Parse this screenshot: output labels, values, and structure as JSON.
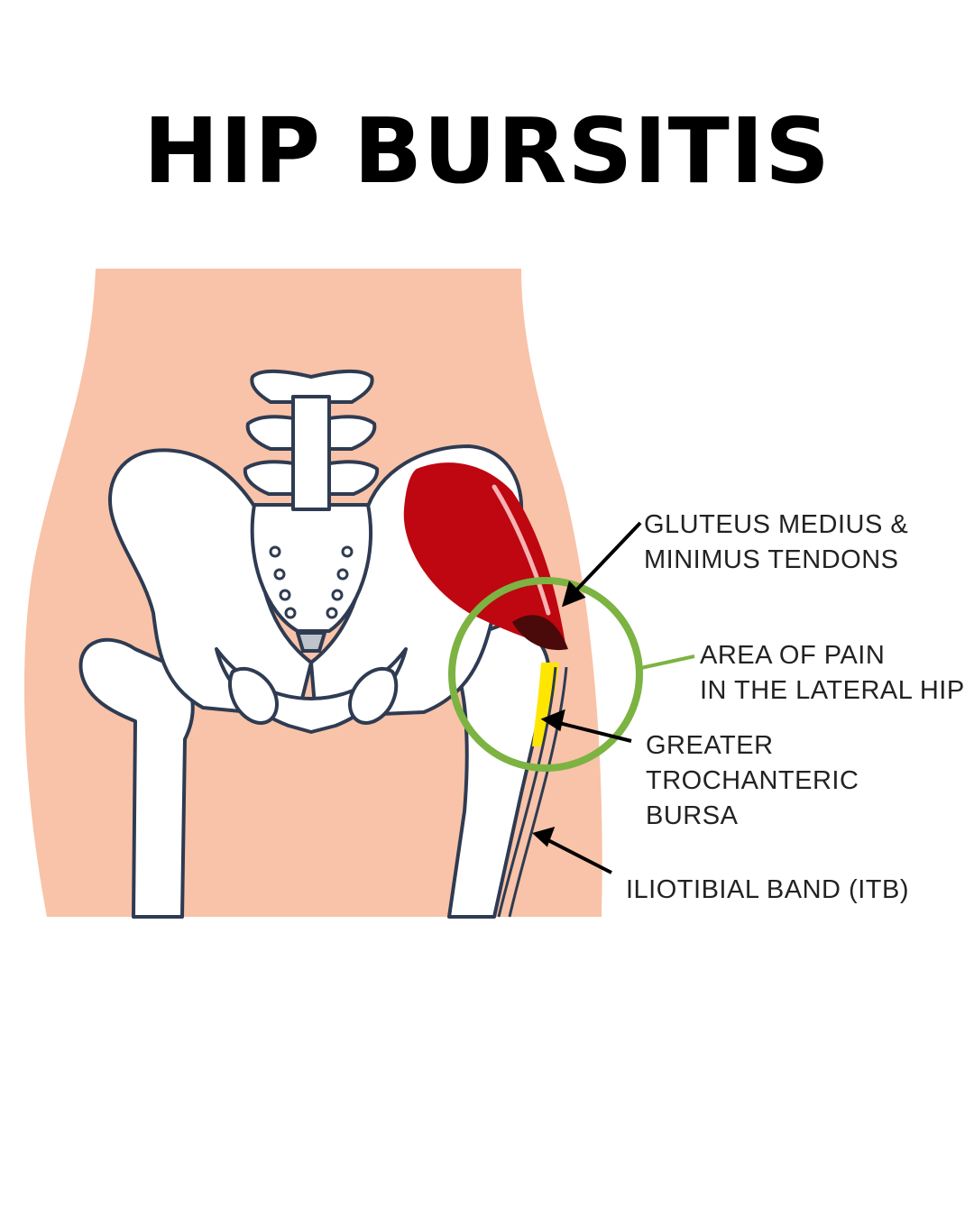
{
  "title": "HIP BURSITIS",
  "labels": {
    "gluteus": {
      "line1": "GLUTEUS MEDIUS &",
      "line2": "MINIMUS TENDONS"
    },
    "pain_area": {
      "line1": "AREA OF PAIN",
      "line2": "IN THE LATERAL HIP"
    },
    "bursa": {
      "line1": "GREATER",
      "line2": "TROCHANTERIC",
      "line3": "BURSA"
    },
    "itb": {
      "line1": "ILIOTIBIAL BAND (ITB)"
    }
  },
  "colors": {
    "skin": "#F8C3A8",
    "bone_fill": "#FFFFFF",
    "bone_outline": "#2E3B52",
    "muscle": "#BE0710",
    "tendon_dark": "#4A0A0A",
    "bursa": "#FFE600",
    "pain_circle": "#7CB342",
    "arrow": "#000000"
  }
}
